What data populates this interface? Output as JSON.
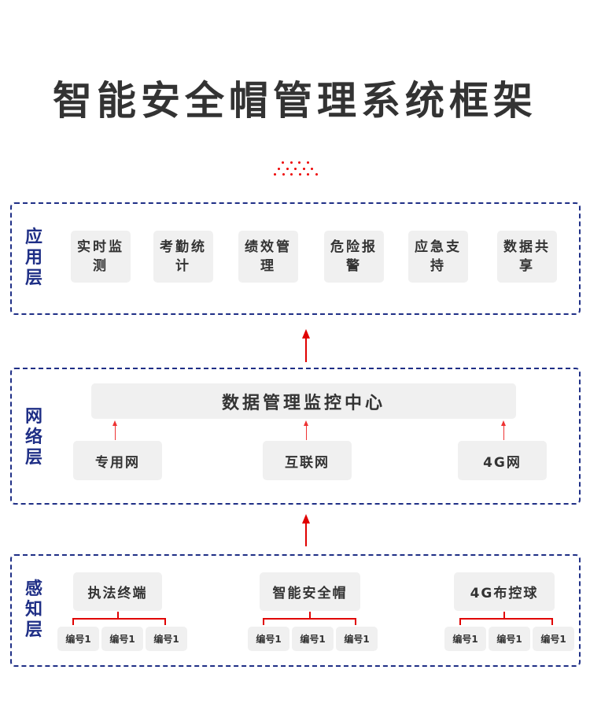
{
  "title": "智能安全帽管理系统框架",
  "colors": {
    "accent": "#e00000",
    "border": "#1f2f86",
    "box": "#f0f0f0",
    "text": "#333333"
  },
  "application_layer": {
    "label": "应用层",
    "items": [
      "实时监测",
      "考勤统计",
      "绩效管理",
      "危险报警",
      "应急支持",
      "数据共享"
    ]
  },
  "network_layer": {
    "label": "网络层",
    "center": "数据管理监控中心",
    "items": [
      "专用网",
      "互联网",
      "4G网"
    ]
  },
  "sensing_layer": {
    "label": "感知层",
    "groups": [
      {
        "name": "执法终端",
        "children": [
          "编号1",
          "编号1",
          "编号1"
        ]
      },
      {
        "name": "智能安全帽",
        "children": [
          "编号1",
          "编号1",
          "编号1"
        ]
      },
      {
        "name": "4G布控球",
        "children": [
          "编号1",
          "编号1",
          "编号1"
        ]
      }
    ]
  }
}
